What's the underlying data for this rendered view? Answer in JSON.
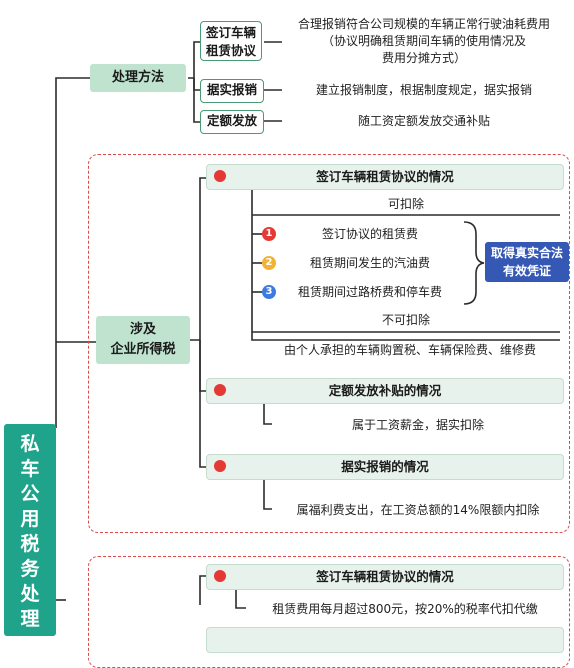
{
  "root": {
    "title_chars": [
      "私",
      "车",
      "公",
      "用",
      "税",
      "务",
      "处",
      "理"
    ]
  },
  "method": {
    "label": "处理方法",
    "items": [
      {
        "tag_lines": [
          "签订车辆",
          "租赁协议"
        ],
        "desc_lines": [
          "合理报销符合公司规模的车辆正常行驶油耗费用",
          "（协议明确租赁期间车辆的使用情况及",
          "费用分摊方式）"
        ]
      },
      {
        "tag": "据实报销",
        "desc": "建立报销制度，根据制度规定，据实报销"
      },
      {
        "tag": "定额发放",
        "desc": "随工资定额发放交通补贴"
      }
    ]
  },
  "corp_tax": {
    "label_lines": [
      "涉及",
      "企业所得税"
    ],
    "rental": {
      "header": "签订车辆租赁协议的情况",
      "deductible": "可扣除",
      "items": [
        {
          "num": "1",
          "text": "签订协议的租赁费",
          "color": "#e53935"
        },
        {
          "num": "2",
          "text": "租赁期间发生的汽油费",
          "color": "#f2b233"
        },
        {
          "num": "3",
          "text": "租赁期间过路桥费和停车费",
          "color": "#3d7be0"
        }
      ],
      "badge_lines": [
        "取得真实合法",
        "有效凭证"
      ],
      "non_deductible": "不可扣除",
      "non_deductible_desc": "由个人承担的车辆购置税、车辆保险费、维修费"
    },
    "allowance": {
      "header": "定额发放补贴的情况",
      "desc": "属于工资薪金，据实扣除"
    },
    "reimburse": {
      "header": "据实报销的情况",
      "desc": "属福利费支出，在工资总额的14%限额内扣除"
    }
  },
  "personal_tax": {
    "rental": {
      "header": "签订车辆租赁协议的情况",
      "desc": "租赁费用每月超过800元，按20%的税率代扣代缴"
    }
  },
  "colors": {
    "line": "#2b2b2b",
    "teal": "#1fa38a",
    "green_node": "#bfe3cf",
    "dash": "#d94a4a",
    "badge": "#3558b5"
  }
}
